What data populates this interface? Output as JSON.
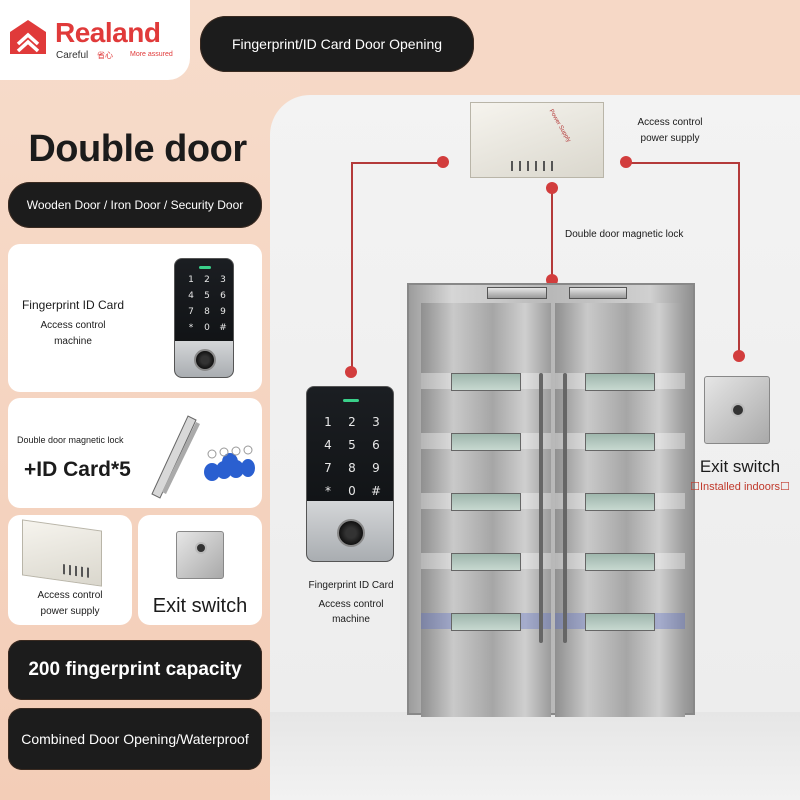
{
  "brand": {
    "name": "Realand",
    "tag_1": "Careful",
    "tag_2": "省心",
    "tag_3": "More assured"
  },
  "header": {
    "label": "Fingerprint/ID Card Door Opening"
  },
  "title": "Double door",
  "subtitle": "Wooden Door / Iron Door / Security Door",
  "cards": {
    "fingerprint": {
      "line1": "Fingerprint ID Card",
      "line2": "Access control",
      "line3": "machine"
    },
    "maglock": {
      "line1": "Double door magnetic lock",
      "line2": "+ID Card*5"
    },
    "psu": {
      "line1": "Access control",
      "line2": "power supply"
    },
    "exit": {
      "line1": "Exit switch"
    }
  },
  "features": {
    "capacity": "200 fingerprint capacity",
    "combined": "Combined Door Opening/Waterproof"
  },
  "diagram": {
    "psu_label_1": "Access control",
    "psu_label_2": "power supply",
    "maglock_label": "Double door magnetic lock",
    "device_label_1": "Fingerprint ID Card",
    "device_label_2": "Access control",
    "device_label_3": "machine",
    "exit_label": "Exit switch",
    "exit_note": "☐Installed indoors☐",
    "psu_box_text": "Power Supply"
  },
  "keypad_keys": [
    "1",
    "2",
    "3",
    "4",
    "5",
    "6",
    "7",
    "8",
    "9",
    "*",
    "0",
    "#"
  ],
  "colors": {
    "accent": "#e03a3a",
    "wire": "#b43a3a",
    "pill": "#1c1c1c",
    "background": "#f6d8c6"
  }
}
